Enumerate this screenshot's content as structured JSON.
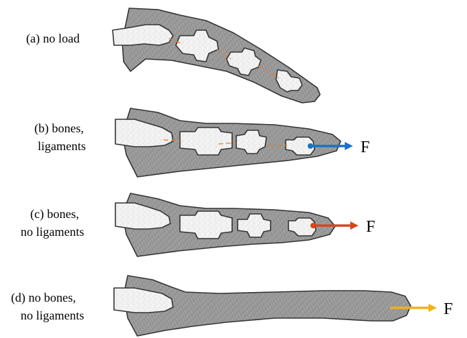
{
  "panels": [
    {
      "id": "a",
      "label_lines": [
        "(a) no load"
      ]
    },
    {
      "id": "b",
      "label_lines": [
        "(b) bones,",
        "ligaments"
      ],
      "force_label": "F",
      "arrow_color": "#1a73c7"
    },
    {
      "id": "c",
      "label_lines": [
        "(c) bones,",
        "no ligaments"
      ],
      "force_label": "F",
      "arrow_color": "#d6461c"
    },
    {
      "id": "d",
      "label_lines": [
        "(d) no bones,",
        "no ligaments"
      ],
      "force_label": "F",
      "arrow_color": "#f2b21c"
    }
  ],
  "colors": {
    "soft_tissue": "#9e9e9e",
    "bone": "#f2f2f2",
    "ligament": "#f07a28",
    "outline": "#333333"
  }
}
